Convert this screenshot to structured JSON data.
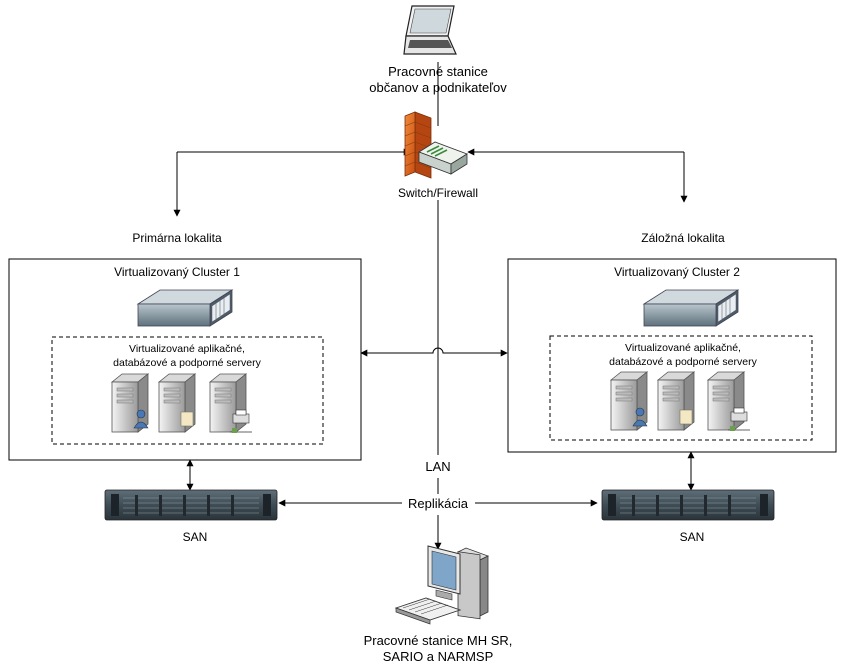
{
  "nodes": {
    "citizens_workstation": {
      "line1": "Pracovné stanice",
      "line2": "občanov a podnikateľov"
    },
    "switch_firewall": {
      "label": "Switch/Firewall"
    },
    "primary_site": {
      "label": "Primárna lokalita"
    },
    "backup_site": {
      "label": "Záložná lokalita"
    },
    "cluster1": {
      "title": "Virtualizovaný Cluster 1",
      "vm_line1": "Virtualizované aplikačné,",
      "vm_line2": "databázové a podporné servery"
    },
    "cluster2": {
      "title": "Virtualizovaný Cluster 2",
      "vm_line1": "Virtualizované aplikačné,",
      "vm_line2": "databázové a podporné servery"
    },
    "lan": {
      "label": "LAN"
    },
    "replication": {
      "label": "Replikácia"
    },
    "san_left": {
      "label": "SAN"
    },
    "san_right": {
      "label": "SAN"
    },
    "mh_workstation": {
      "line1": "Pracovné stanice MH SR,",
      "line2": "SARIO a NARMSP"
    }
  },
  "icons": [
    "laptop-icon",
    "firewall-switch-icon",
    "rack-server-icon",
    "tower-server-icon",
    "san-storage-icon",
    "desktop-pc-icon"
  ],
  "colors": {
    "line": "#000000",
    "firewall_brick": "#e2651e",
    "server_body": "#9aa7ae",
    "rack_body": "#7c8e99",
    "cluster_border": "#000000"
  }
}
